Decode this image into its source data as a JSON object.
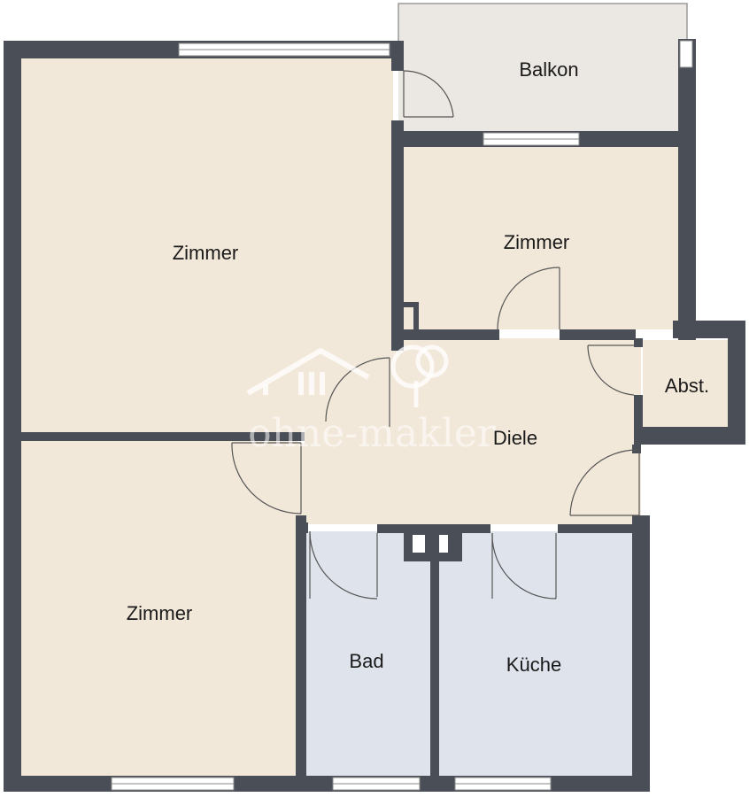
{
  "rooms": {
    "zimmer_top_left": "Zimmer",
    "zimmer_top_right": "Zimmer",
    "zimmer_bottom_left": "Zimmer",
    "balkon": "Balkon",
    "abstellraum": "Abst.",
    "diele": "Diele",
    "bad": "Bad",
    "kueche": "Küche"
  },
  "watermark": {
    "text": "ohne-makler"
  },
  "colors": {
    "wall": "#4a4f57",
    "living": "#f2e8da",
    "wet_room": "#dfe3ec",
    "balcony": "#ebe7e2",
    "window": "#ffffff",
    "door_line": "#555555"
  }
}
